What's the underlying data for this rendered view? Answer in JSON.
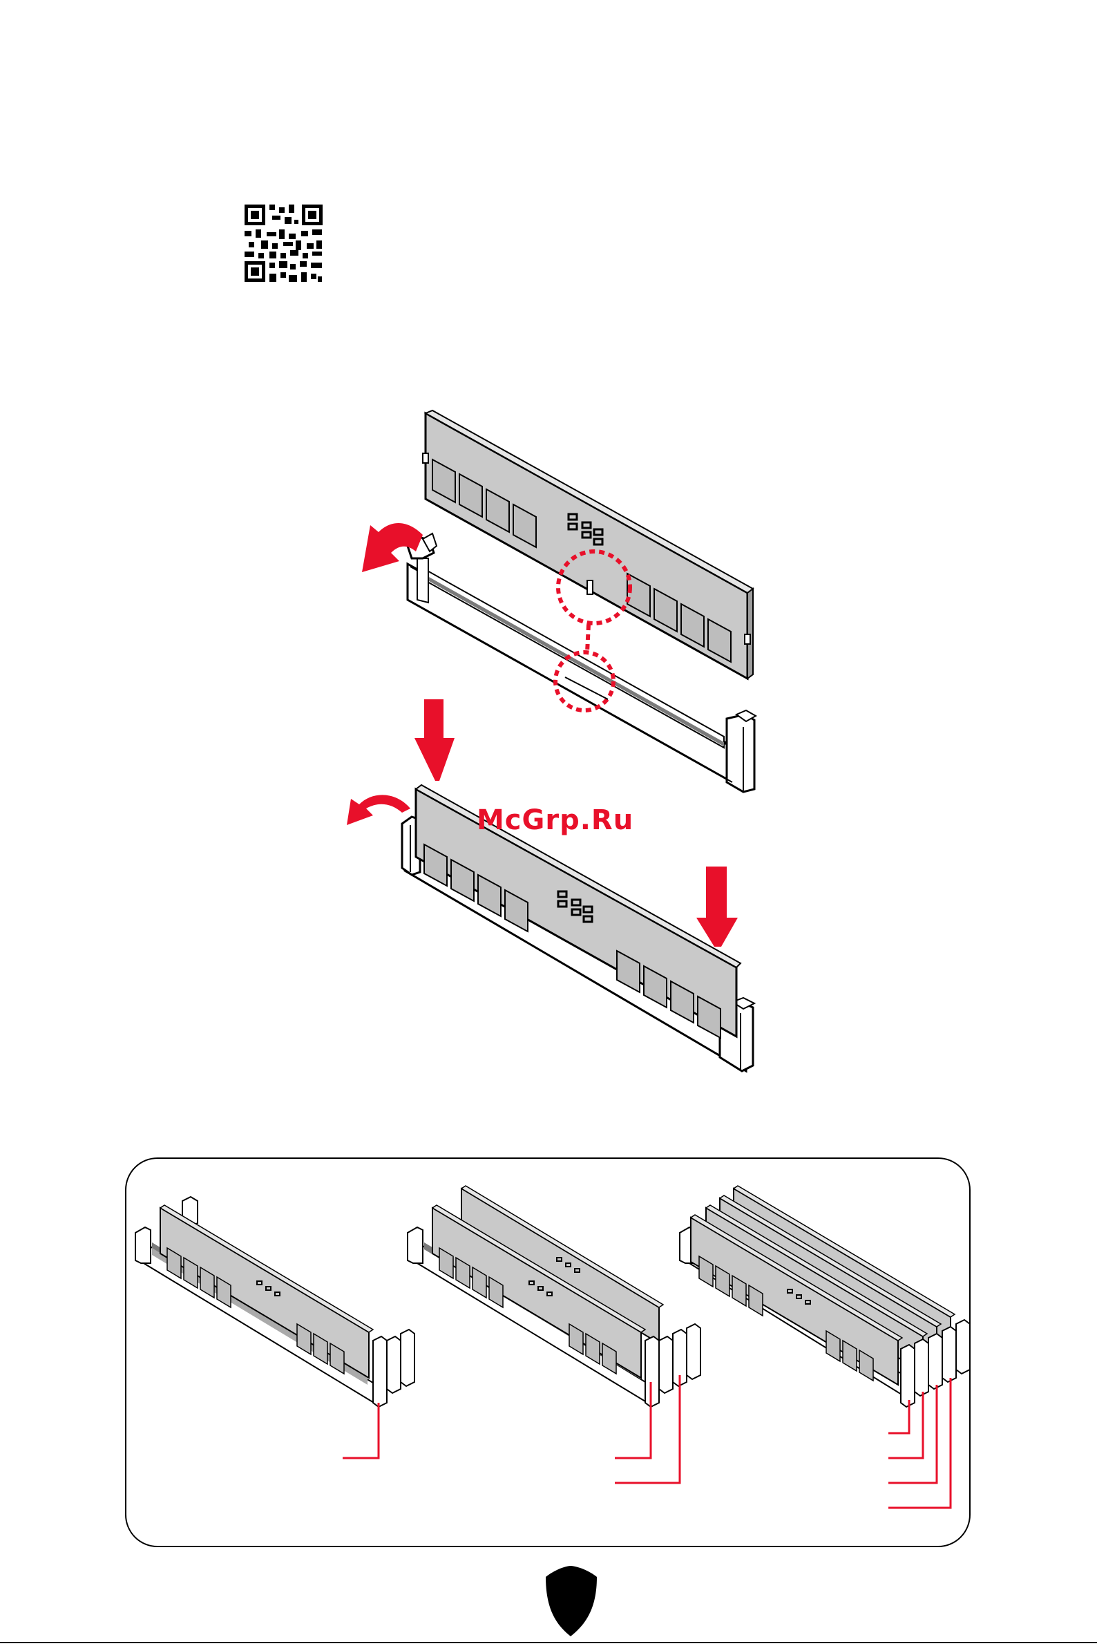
{
  "watermark": {
    "text": "McGrp.Ru"
  },
  "illustrations": {
    "qr_code": {
      "icon": "qr-code-icon"
    },
    "install_steps": {
      "step1": [
        "unlock-latch-arrow",
        "notch-key-alignment",
        "insert-dimm-arrow"
      ],
      "step2": [
        "lock-latch-arrow",
        "press-down-arrow"
      ]
    },
    "population_panel": {
      "configs": [
        {
          "modules": 1,
          "callouts": 1
        },
        {
          "modules": 2,
          "callouts": 2
        },
        {
          "modules": 4,
          "callouts": 4
        }
      ]
    },
    "footer": {
      "icon": "shield-logo-icon"
    }
  },
  "colors": {
    "accent": "#e8102a",
    "module_fill": "#c9c9c9",
    "chip_fill": "#bdbdbd"
  }
}
